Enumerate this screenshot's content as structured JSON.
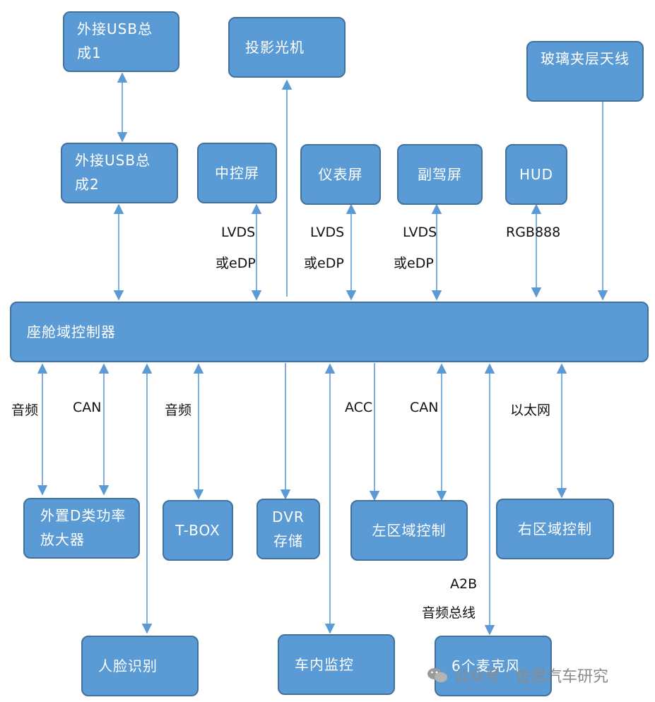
{
  "boxes": {
    "usb1": "外接USB总成1",
    "projector": "投影光机",
    "glass_antenna": "玻璃夹层天线",
    "usb2": "外接USB总成2",
    "center_screen": "中控屏",
    "cluster": "仪表屏",
    "passenger_screen": "副驾屏",
    "hud": "HUD",
    "domain_controller": "座舱域控制器",
    "amplifier": "外置D类功率放大器",
    "tbox": "T-BOX",
    "dvr": "DVR存储",
    "left_zone": "左区域控制",
    "right_zone": "右区域控制",
    "face_id": "人脸识别",
    "cabin_monitor": "车内监控",
    "mics": "6个麦克风"
  },
  "labels": {
    "lvds1": "LVDS",
    "edp1": "或eDP",
    "lvds2": "LVDS",
    "edp2": "或eDP",
    "lvds3": "LVDS",
    "edp3": "或eDP",
    "rgb": "RGB888",
    "audio1": "音频",
    "can1": "CAN",
    "audio2": "音频",
    "acc": "ACC",
    "can2": "CAN",
    "ethernet": "以太网",
    "a2b": "A2B",
    "a2b_bus": "音频总线"
  },
  "watermark": "公众号 · 佐思汽车研究",
  "colors": {
    "box_fill": "#5b9bd5",
    "box_border": "#41719c",
    "connector": "#5b9bd5"
  }
}
